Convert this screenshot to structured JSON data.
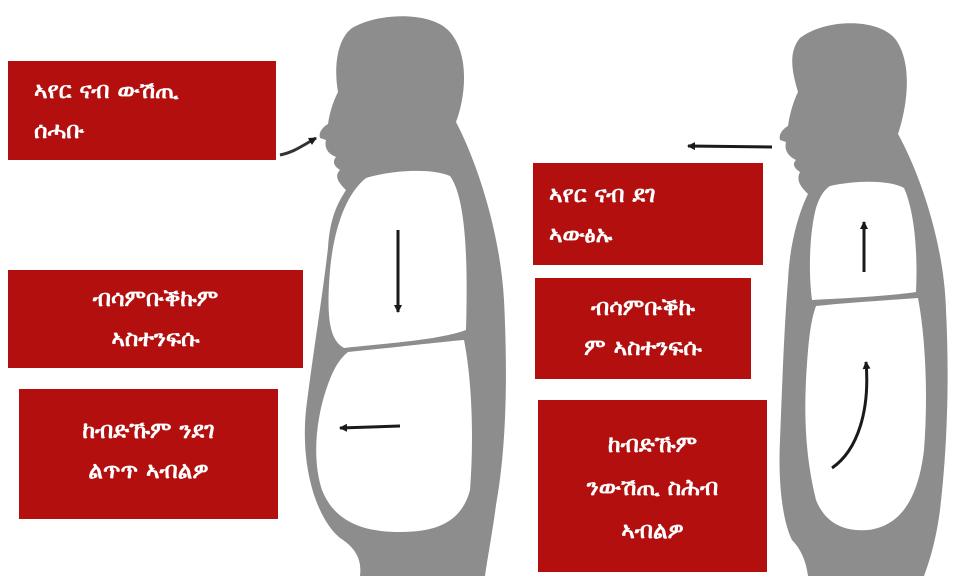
{
  "colors": {
    "silhouette": "#8d8d8d",
    "cavity": "#ffffff",
    "label_background": "#b30f0f",
    "label_text": "#ffffff",
    "arrow": "#1a1a1a"
  },
  "icons": {
    "left_figure": "body-silhouette-inhale",
    "right_figure": "body-silhouette-exhale",
    "arrows": "arrow-icon"
  },
  "left_panel": {
    "inhale_label": {
      "line1": "ኣየር ናብ ውሽጢ",
      "line2": "ሰሓቡ"
    },
    "chest_label": {
      "line1": "ብሳምቡቕኩም",
      "line2": "ኣስተንፍሱ"
    },
    "belly_label": {
      "line1": "ከብድኹም ንደገ",
      "line2": "ልጥጥ ኣብልዎ"
    }
  },
  "right_panel": {
    "exhale_label": {
      "line1": "ኣየር ናብ ደገ",
      "line2": "ኣውፅኡ"
    },
    "chest_label": {
      "line1": "ብሳምቡቕኩ",
      "line2": "ም ኣስተንፍሱ"
    },
    "belly_label": {
      "line1": "ከብድኹም",
      "line2": "ንውሽጢ ስሕብ",
      "line3": "ኣብልዎ"
    }
  }
}
